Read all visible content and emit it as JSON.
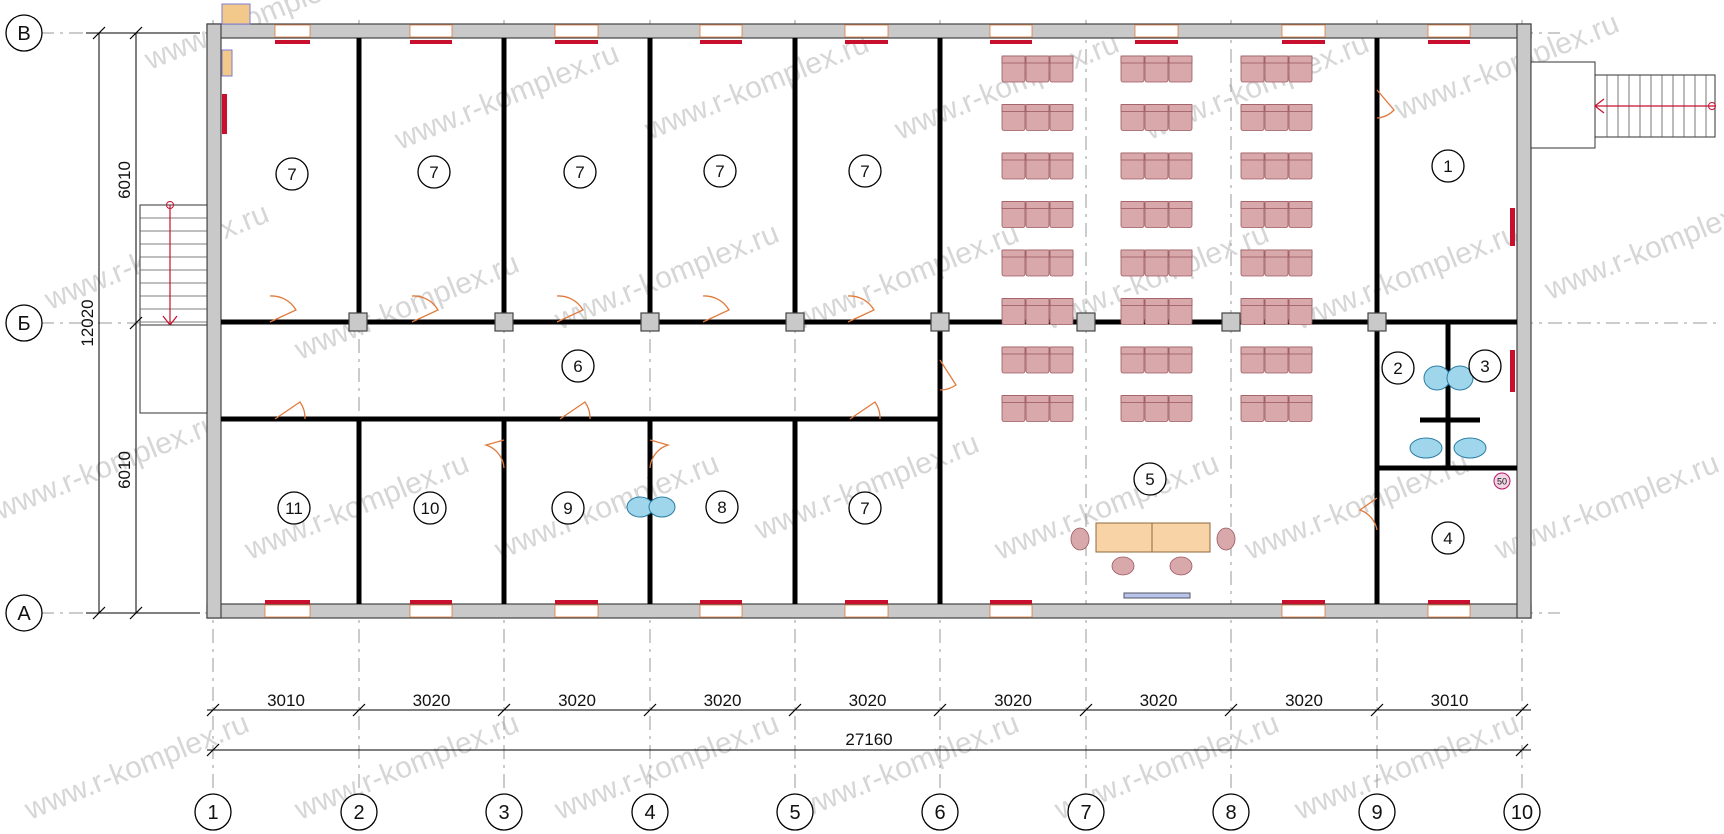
{
  "watermark": "www.r-komplex.ru",
  "colors": {
    "wall": "#c9c9c9",
    "partition": "#000000",
    "window": "#c8102e",
    "door": "#e07a3c",
    "seat": "#d9a8ab",
    "fixture": "#9fd6ec",
    "table": "#f7d3a6"
  },
  "axes_horizontal": [
    "1",
    "2",
    "3",
    "4",
    "5",
    "6",
    "7",
    "8",
    "9",
    "10"
  ],
  "axes_vertical": [
    "А",
    "Б",
    "В"
  ],
  "dimensions": {
    "spans": [
      "3010",
      "3020",
      "3020",
      "3020",
      "3020",
      "3020",
      "3020",
      "3020",
      "3010"
    ],
    "total": "27160",
    "left_upper": "6010",
    "left_lower": "6010",
    "left_total": "12020"
  },
  "rooms": [
    "7",
    "7",
    "7",
    "7",
    "7",
    "1",
    "6",
    "2",
    "3",
    "11",
    "10",
    "9",
    "8",
    "7",
    "5",
    "4"
  ],
  "badge": "50"
}
